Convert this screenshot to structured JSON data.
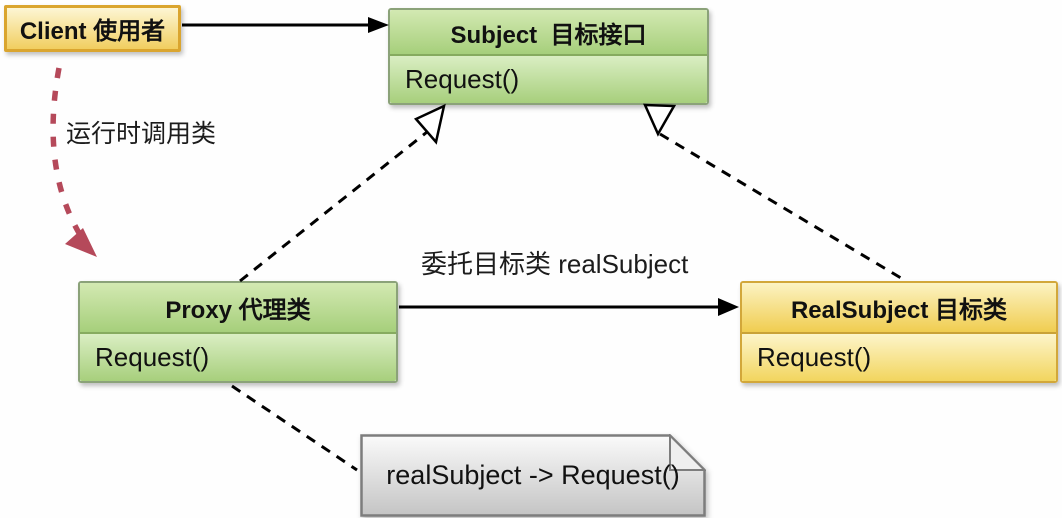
{
  "diagram": {
    "type": "uml-proxy-pattern",
    "nodes": {
      "client": {
        "title": "Client 使用者"
      },
      "subject": {
        "title": "Subject  目标接口",
        "method": "Request()"
      },
      "proxy": {
        "title": "Proxy 代理类",
        "method": "Request()"
      },
      "real_subject": {
        "title": "RealSubject 目标类",
        "method": "Request()"
      },
      "note": {
        "text": "realSubject -> Request()"
      }
    },
    "edges": {
      "client_to_subject": {
        "style": "solid-arrow",
        "label": ""
      },
      "runtime_call": {
        "style": "red-dashed-curved-arrow",
        "label": "运行时调用类"
      },
      "proxy_realizes_subject": {
        "style": "dashed-hollow-triangle",
        "label": ""
      },
      "realsubject_realizes_subject": {
        "style": "dashed-hollow-triangle",
        "label": ""
      },
      "proxy_to_realsubject": {
        "style": "solid-arrow",
        "label": "委托目标类 realSubject"
      },
      "proxy_to_note": {
        "style": "dashed",
        "label": ""
      }
    },
    "colors": {
      "green_box_top": "#d3e9b2",
      "green_box_bottom": "#a6cf7b",
      "green_border": "#8ba279",
      "yellow_box_top": "#fcf3c3",
      "yellow_box_bottom": "#f0cd50",
      "client_border": "#daa52f",
      "yellow_border": "#d2a73a",
      "note_fill_top": "#fafafa",
      "note_fill_bottom": "#c4c4c4",
      "note_border": "#7d7d7d",
      "red_arrow": "#b5495a",
      "line_color": "#000000",
      "background": "#fefefe"
    }
  }
}
